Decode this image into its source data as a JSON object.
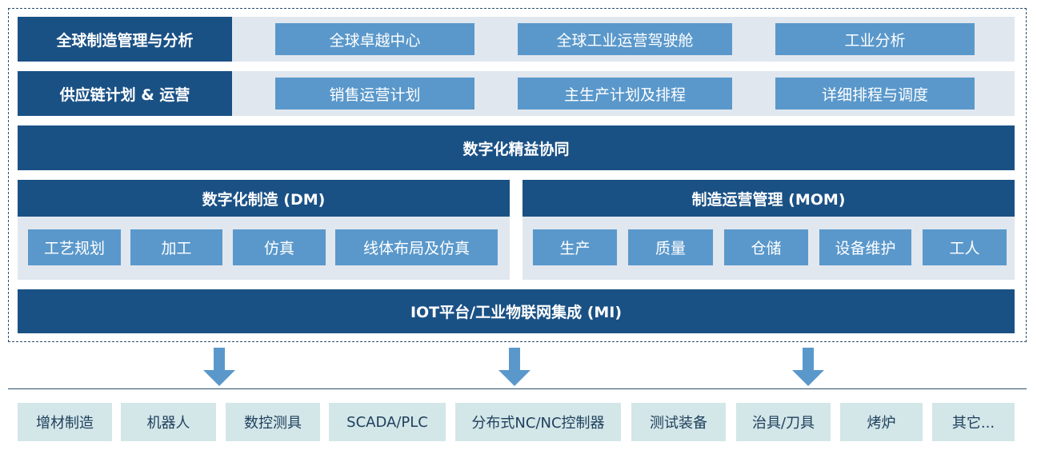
{
  "rows": [
    {
      "label": "全球制造管理与分析",
      "items": [
        "全球卓越中心",
        "全球工业运营驾驶舱",
        "工业分析"
      ]
    },
    {
      "label": "供应链计划 & 运营",
      "items": [
        "销售运营计划",
        "主生产计划及排程",
        "详细排程与调度"
      ]
    }
  ],
  "lean_bar": "数字化精益协同",
  "dm": {
    "title": "数字化制造 (DM)",
    "items": [
      "工艺规划",
      "加工",
      "仿真",
      "线体布局及仿真"
    ]
  },
  "mom": {
    "title": "制造运营管理 (MOM)",
    "items": [
      "生产",
      "质量",
      "仓储",
      "设备维护",
      "工人"
    ]
  },
  "iot_bar": "IOT平台/工业物联网集成 (MI)",
  "devices": [
    "增材制造",
    "机器人",
    "数控测具",
    "SCADA/PLC",
    "分布式NC/NC控制器",
    "测试装备",
    "治具/刀具",
    "烤炉",
    "其它..."
  ],
  "colors": {
    "dark": "#1a5185",
    "button": "#5a98cb",
    "panel": "#e1e7ef",
    "device": "#d3e6e8"
  }
}
